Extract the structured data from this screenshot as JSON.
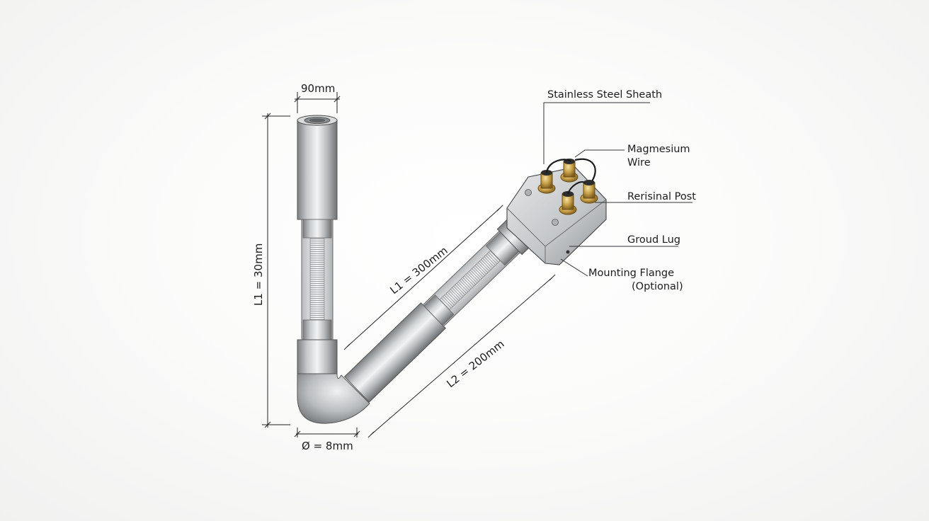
{
  "dimensions": {
    "top_width": "90mm",
    "vertical_length": "L1 = 30mm",
    "diagonal_upper": "L1 = 300mm",
    "diagonal_lower": "L2 = 200mm",
    "diameter": "Ø = 8mm"
  },
  "callouts": {
    "sheath": "Stainless Steel Sheath",
    "wire_line1": "Magmesium",
    "wire_line2": "Wire",
    "post": "Rerisinal Post",
    "lug": "Groud Lug",
    "flange_line1": "Mounting Flange",
    "flange_line2": "(Optional)"
  },
  "colors": {
    "steel_dark": "#8a8d90",
    "steel_light": "#eef0f1",
    "brass": "#c9a24a",
    "line": "#222222"
  }
}
